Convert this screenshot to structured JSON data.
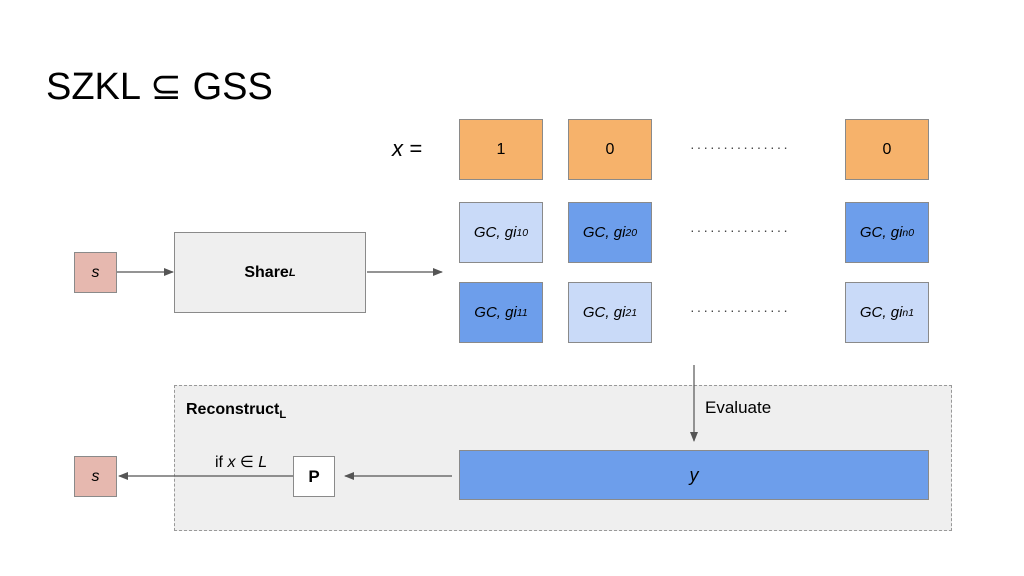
{
  "title": "SZKL ⊆ GSS",
  "x_label": "x =",
  "x_bits": [
    "1",
    "0",
    "0"
  ],
  "dots": "···············",
  "gc_prefix": "GC, gi",
  "row0_subs": [
    "10",
    "20",
    "n0"
  ],
  "row1_subs": [
    "11",
    "21",
    "n1"
  ],
  "secret": "s",
  "share": {
    "label": "Share",
    "sub": "L"
  },
  "reconstruct": {
    "label": "Reconstruct",
    "sub": "L"
  },
  "evaluate_label": "Evaluate",
  "y_label": "y",
  "p_label": "P",
  "cond": {
    "prefix": "if ",
    "x": "x",
    "op": " ∈ ",
    "L": "L"
  },
  "colors": {
    "orange": "#f6b26b",
    "light_blue": "#c9daf8",
    "blue": "#6d9eeb",
    "pink": "#e6b8af",
    "gray_panel": "#efefef"
  }
}
